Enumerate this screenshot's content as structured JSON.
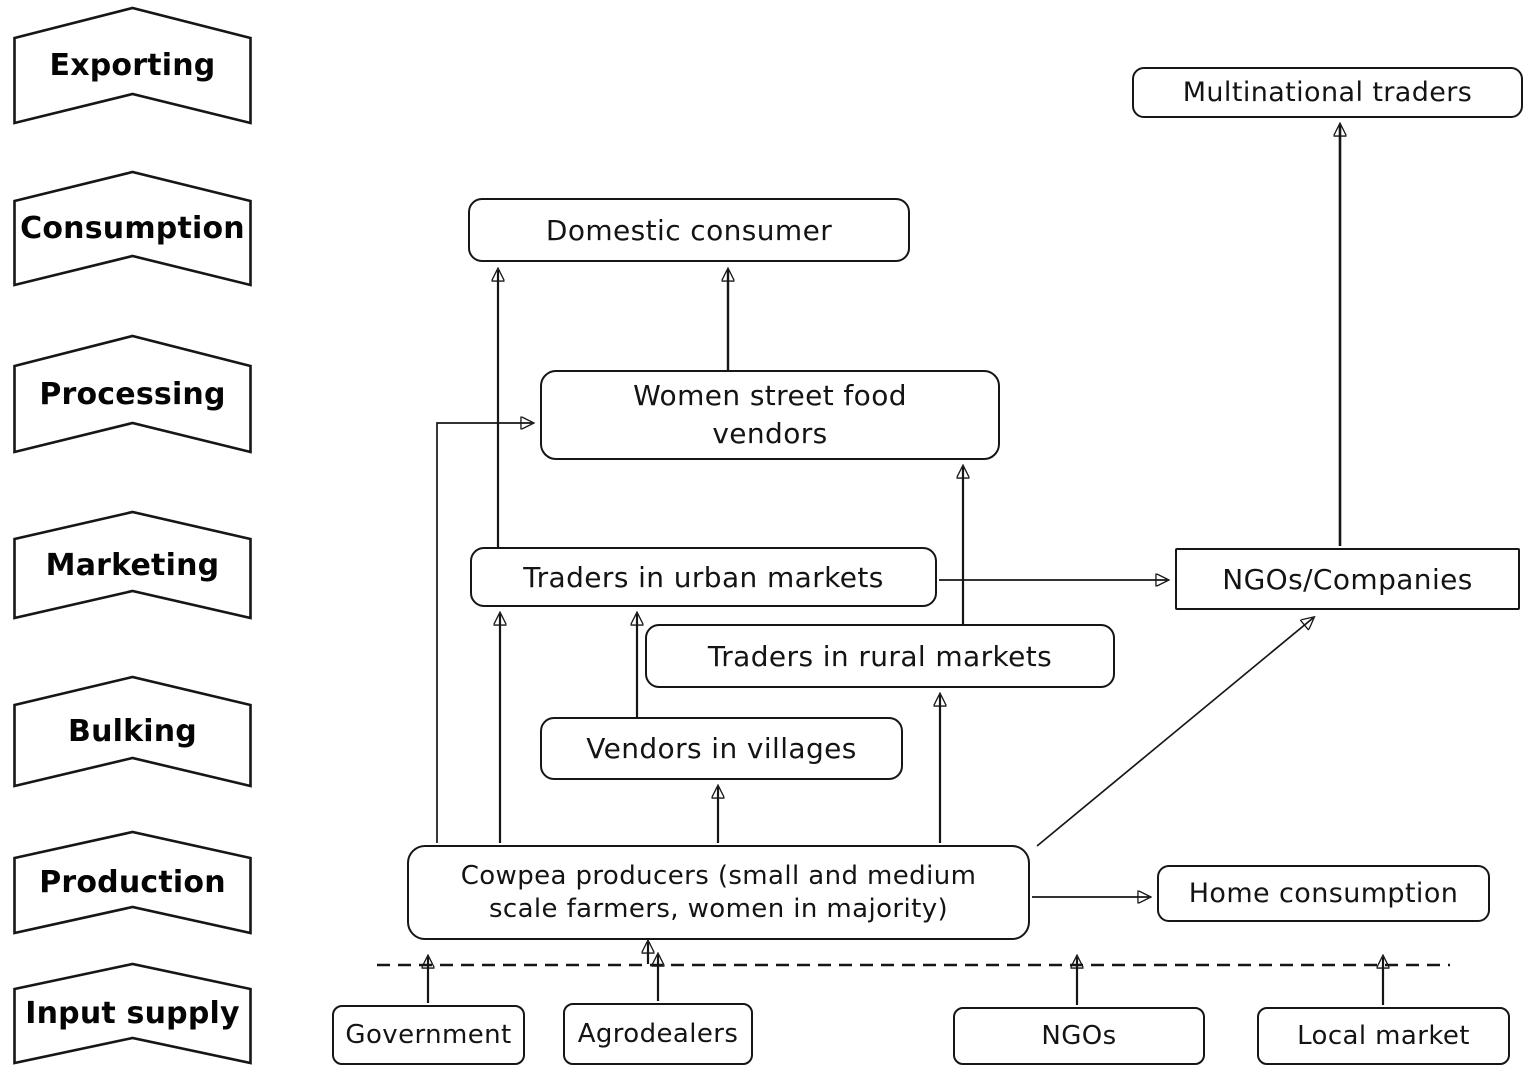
{
  "figure": {
    "type": "value-chain flow diagram",
    "background": "#ffffff",
    "line_color": "#161616"
  },
  "stages": [
    {
      "label": "Exporting"
    },
    {
      "label": "Consumption"
    },
    {
      "label": "Processing"
    },
    {
      "label": "Marketing"
    },
    {
      "label": "Bulking"
    },
    {
      "label": "Production"
    },
    {
      "label": "Input supply"
    }
  ],
  "nodes": {
    "multinational_traders": {
      "label": "Multinational traders"
    },
    "domestic_consumer": {
      "label": "Domestic consumer"
    },
    "women_street_food_vendors": {
      "line1": "Women street food",
      "line2": "vendors"
    },
    "traders_urban": {
      "label": "Traders in urban markets"
    },
    "ngos_companies": {
      "label": "NGOs/Companies"
    },
    "traders_rural": {
      "label": "Traders in rural markets"
    },
    "vendors_villages": {
      "label": "Vendors in villages"
    },
    "cowpea_producers": {
      "line1": "Cowpea producers (small and medium",
      "line2": "scale farmers, women in majority)"
    },
    "home_consumption": {
      "label": "Home consumption"
    },
    "government": {
      "label": "Government"
    },
    "agrodealers": {
      "label": "Agrodealers"
    },
    "ngos": {
      "label": "NGOs"
    },
    "local_market": {
      "label": "Local market"
    }
  },
  "edges": [
    "cowpea_producers -> traders_urban",
    "traders_urban -> domestic_consumer",
    "women_street_food_vendors -> domestic_consumer",
    "cowpea_producers -> women_street_food_vendors",
    "vendors_villages -> traders_urban",
    "cowpea_producers -> vendors_villages",
    "cowpea_producers -> traders_rural",
    "traders_rural -> women_street_food_vendors",
    "traders_urban -> ngos_companies",
    "cowpea_producers -> ngos_companies",
    "ngos_companies -> multinational_traders",
    "cowpea_producers -> home_consumption",
    "government -> input_boundary",
    "agrodealers -> input_boundary",
    "ngos -> input_boundary",
    "local_market -> input_boundary",
    "input_boundary -> cowpea_producers"
  ]
}
